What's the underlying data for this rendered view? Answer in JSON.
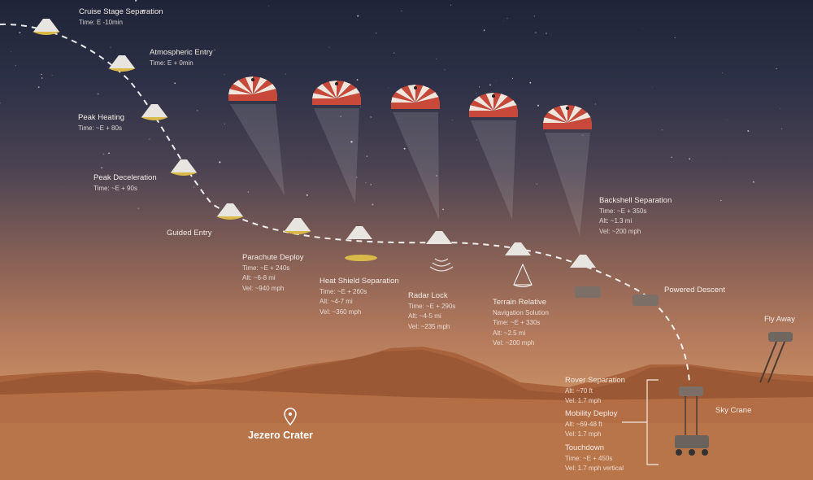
{
  "stages": [
    {
      "title": "Cruise Stage Separation",
      "lines": [
        "Time: E -10min"
      ]
    },
    {
      "title": "Atmospheric Entry",
      "lines": [
        "Time: E + 0min"
      ]
    },
    {
      "title": "Peak Heating",
      "lines": [
        "Time: ~E + 80s"
      ]
    },
    {
      "title": "Peak Deceleration",
      "lines": [
        "Time: ~E + 90s"
      ]
    },
    {
      "title": "Guided Entry",
      "lines": []
    },
    {
      "title": "Parachute Deploy",
      "lines": [
        "Time: ~E + 240s",
        "Alt: ~6-8 mi",
        "Vel: ~940 mph"
      ]
    },
    {
      "title": "Heat Shield Separation",
      "lines": [
        "Time: ~E + 260s",
        "Alt: ~4-7 mi",
        "Vel: ~360 mph"
      ]
    },
    {
      "title": "Radar Lock",
      "lines": [
        "Time: ~E + 290s",
        "Alt: ~4-5 mi",
        "Vel: ~235 mph"
      ]
    },
    {
      "title": "Terrain Relative",
      "lines": [
        "Navigation Solution",
        "Time: ~E + 330s",
        "Alt: ~2.5 mi",
        "Vel: ~200 mph"
      ]
    },
    {
      "title": "Backshell Separation",
      "lines": [
        "Time: ~E + 350s",
        "Alt: ~1.3 mi",
        "Vel: ~200 mph"
      ]
    },
    {
      "title": "Powered Descent",
      "lines": []
    },
    {
      "title": "Fly Away",
      "lines": []
    },
    {
      "title": "Rover Separation",
      "lines": [
        "Alt: ~70 ft",
        "Vel: 1.7 mph"
      ]
    },
    {
      "title": "Mobility Deploy",
      "lines": [
        "Alt: ~69-48 ft",
        "Vel: 1.7 mph"
      ]
    },
    {
      "title": "Touchdown",
      "lines": [
        "Time: ~E + 450s",
        "Vel: 1.7 mph vertical"
      ]
    },
    {
      "title": "Sky Crane",
      "lines": []
    }
  ],
  "location": {
    "name": "Jezero Crater",
    "icon": "map-pin-icon"
  },
  "colors": {
    "parachute_red": "#c8493a",
    "parachute_white": "#f2e6dc",
    "capsule_gold": "#d9b94a",
    "path": "#ffffff"
  }
}
